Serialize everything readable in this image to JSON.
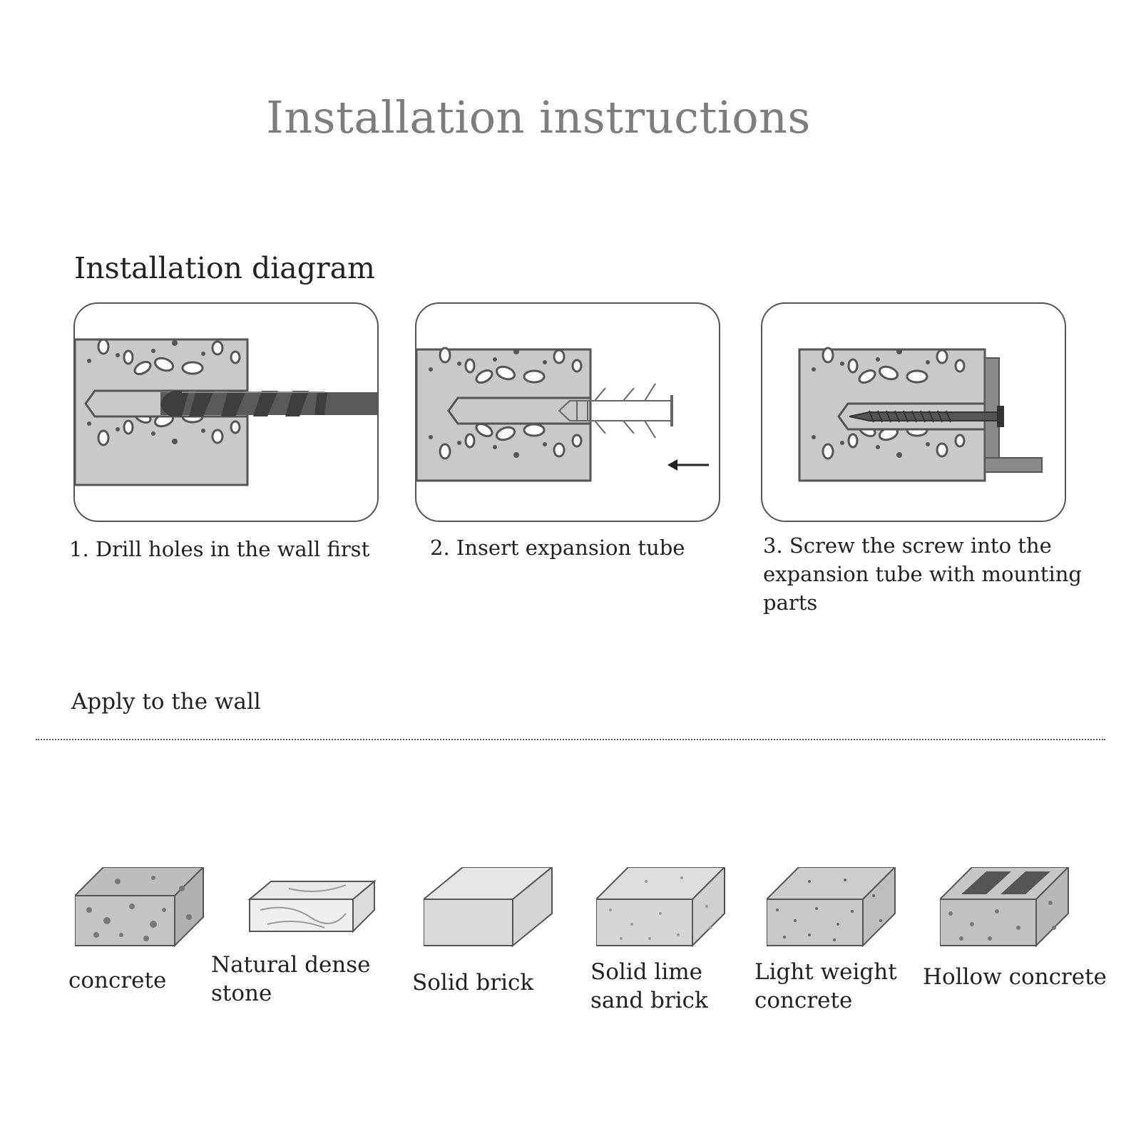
{
  "title": "Installation instructions",
  "diagram": {
    "heading": "Installation diagram",
    "steps": [
      {
        "caption": "1. Drill holes in the wall first"
      },
      {
        "caption": "2. Insert expansion tube"
      },
      {
        "caption": "3. Screw the screw into the expansion tube with mounting parts"
      }
    ]
  },
  "walls": {
    "label": "Apply to the wall",
    "materials": [
      {
        "label": "concrete"
      },
      {
        "label": "Natural dense stone"
      },
      {
        "label": "Solid brick"
      },
      {
        "label": "Solid lime sand brick"
      },
      {
        "label": "Light weight concrete"
      },
      {
        "label": "Hollow concrete"
      }
    ]
  },
  "colors": {
    "title": "#7d7d7d",
    "concrete": "#c9c9c9",
    "drill": "#4a4a4a",
    "outline": "#555555"
  }
}
